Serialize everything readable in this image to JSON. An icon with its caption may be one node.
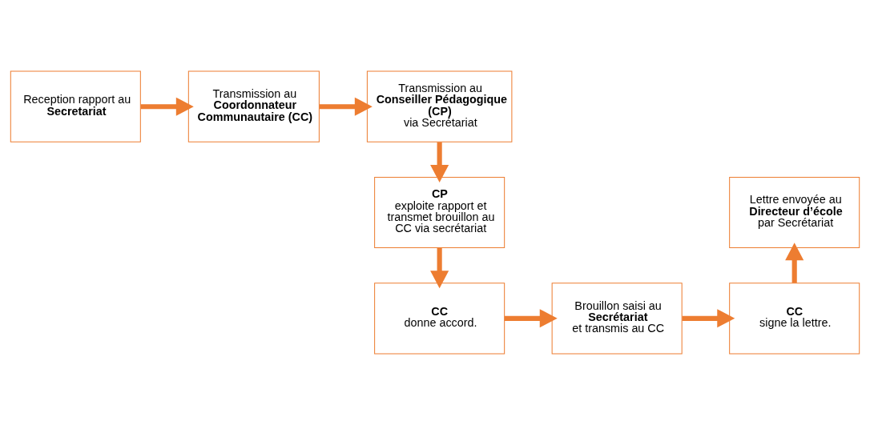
{
  "diagram": {
    "nodes": [
      {
        "text": [
          "Reception rapport au **Secretariat**"
        ]
      },
      {
        "text": [
          "Transmission au **Coordonnateur Communautaire (CC)**"
        ]
      },
      {
        "text": [
          "Transmission au **Conseiller Pédagogique (CP)** via Secrétariat"
        ]
      },
      {
        "text": [
          "**CP** exploite rapport et transmet brouillon au CC via secrétariat"
        ]
      },
      {
        "text": [
          "**CC** donne accord."
        ]
      },
      {
        "text": [
          "Brouillon saisi au **Secrétariat** et transmis au CC"
        ]
      },
      {
        "text": [
          "**CC** signe la lettre."
        ]
      },
      {
        "text": [
          "Lettre envoyée au **Directeur d’école** par Secrétariat"
        ]
      }
    ],
    "edges": [
      {
        "from": 0,
        "to": 1,
        "arrow": "to"
      },
      {
        "from": 1,
        "to": 2,
        "arrow": "to"
      },
      {
        "from": 2,
        "to": 3,
        "arrow": "to"
      },
      {
        "from": 3,
        "to": 4,
        "arrow": "to"
      },
      {
        "from": 4,
        "to": 5,
        "arrow": "to"
      },
      {
        "from": 5,
        "to": 6,
        "arrow": "to"
      },
      {
        "from": 6,
        "to": 7,
        "arrow": "to"
      }
    ]
  }
}
